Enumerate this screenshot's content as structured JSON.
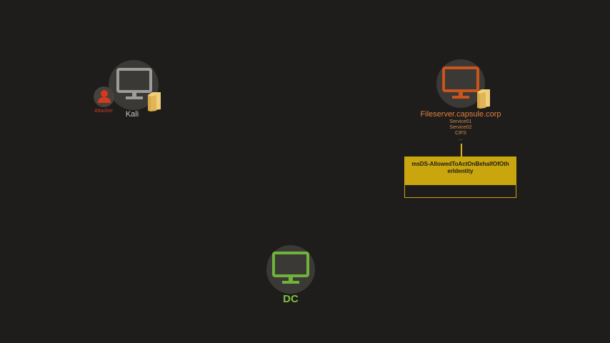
{
  "nodes": {
    "kali": {
      "label": "Kali",
      "color": "#9c9c9c"
    },
    "attacker": {
      "label": "Attacker",
      "color": "#d33a1e"
    },
    "fileserver": {
      "label": "Fileserver.capsule.corp",
      "color": "#c9541c",
      "services": [
        "Service01",
        "Service02",
        "CIFS"
      ],
      "services_more": "..."
    },
    "dc": {
      "label": "DC",
      "color": "#6fb33a"
    }
  },
  "attribute_box": {
    "text": "msDS-AllowedToActOnBehalfOfOtherIdentity",
    "color": "#c9a50e"
  }
}
